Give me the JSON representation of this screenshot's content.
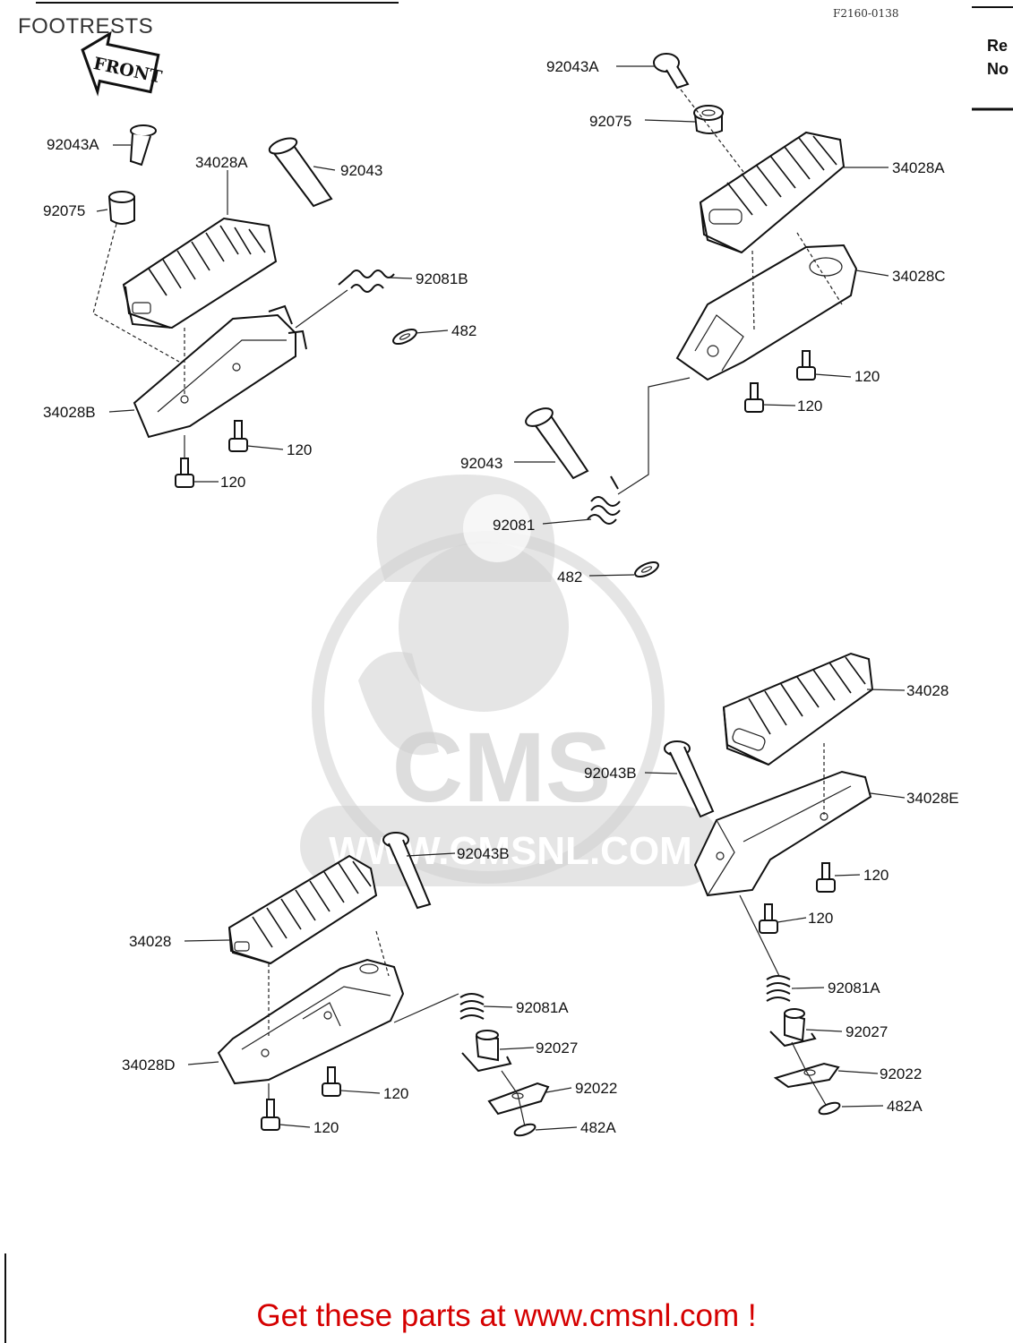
{
  "page": {
    "title": "FOOTRESTS",
    "drawing_code": "F2160-0138",
    "edge_text": [
      "Re",
      "No"
    ],
    "watermark": {
      "logo": "CMS",
      "url": "WWW.CMSNL.COM"
    },
    "footer": "Get these parts at www.cmsnl.com !"
  },
  "front_arrow": {
    "label": "FRONT"
  },
  "callouts": {
    "g1": [
      "92043A",
      "92043",
      "34028A",
      "92075",
      "92081B",
      "482",
      "34028B",
      "120",
      "120"
    ],
    "g2": [
      "92043A",
      "92075",
      "34028A",
      "34028C",
      "120",
      "120",
      "92043",
      "92081",
      "482"
    ],
    "g3": [
      "34028",
      "92043B",
      "34028E",
      "120",
      "120",
      "92081A",
      "92027",
      "92022",
      "482A"
    ],
    "g4": [
      "92043B",
      "34028",
      "34028D",
      "92081A",
      "92027",
      "92022",
      "120",
      "120",
      "482A"
    ]
  },
  "colors": {
    "footer": "#d50000",
    "ink": "#111111",
    "watermark": "#d0d0d0"
  }
}
